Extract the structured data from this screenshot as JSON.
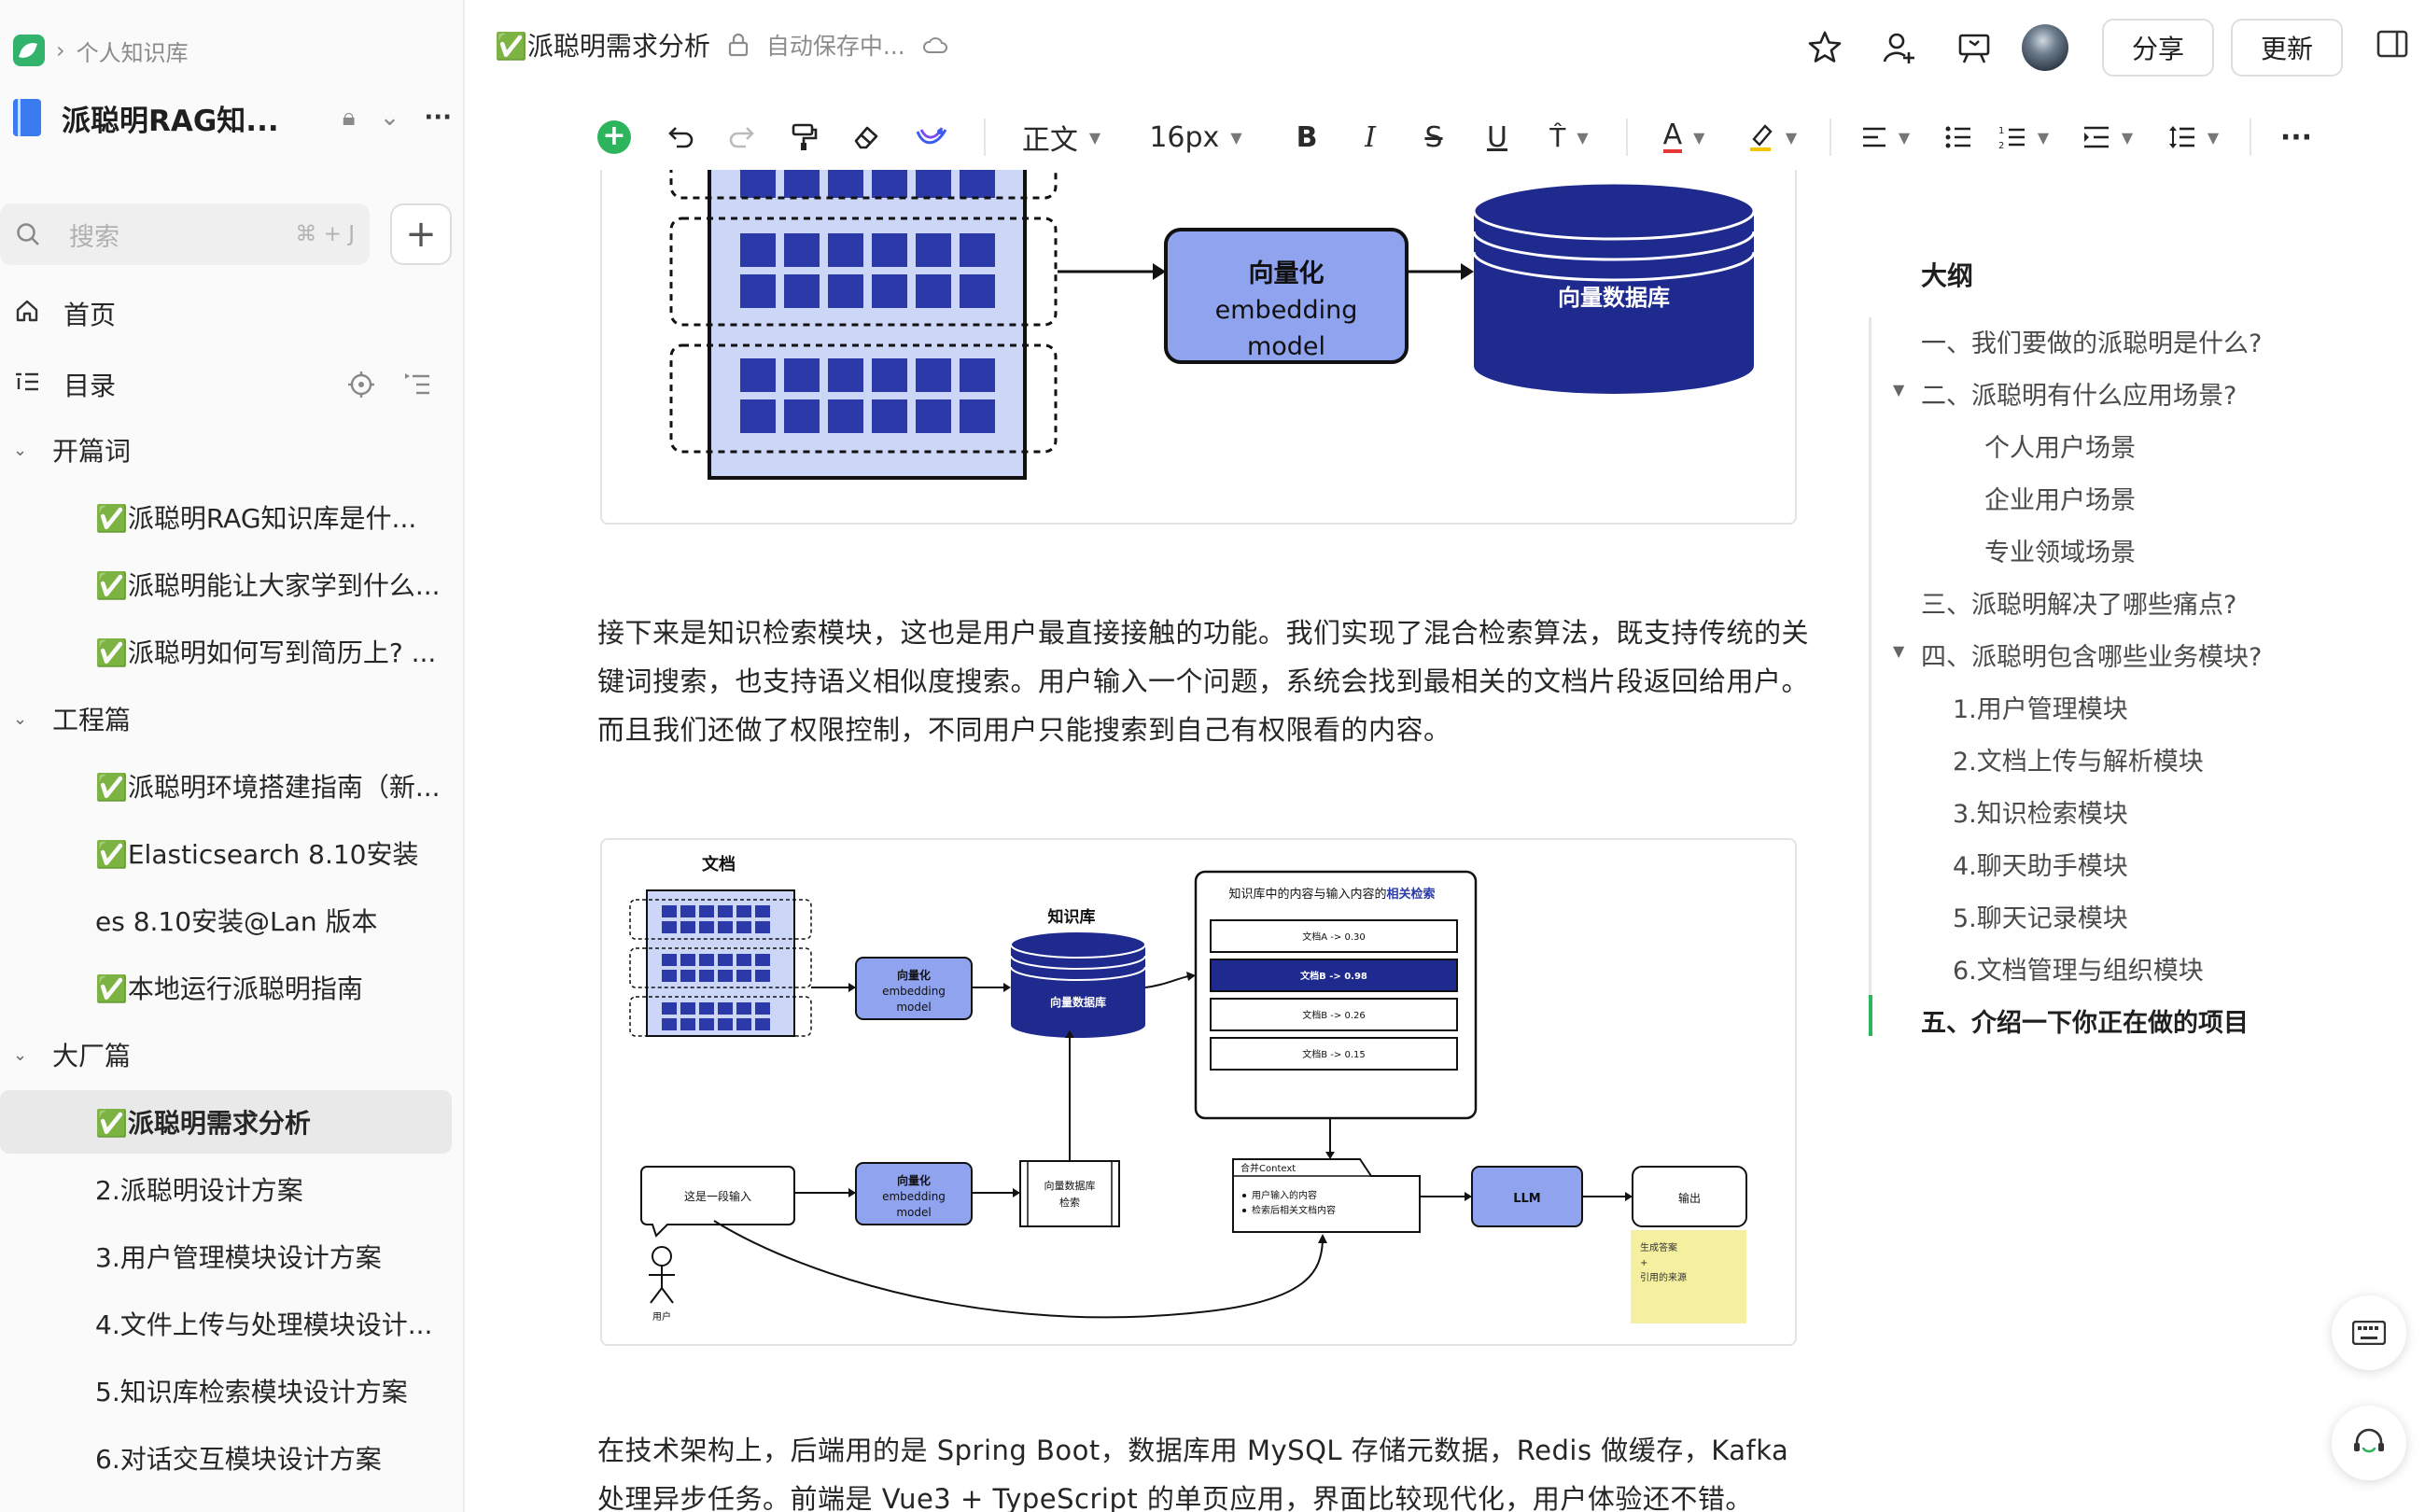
{
  "sidebar": {
    "breadcrumb": "个人知识库",
    "book_title": "派聪明RAG知...",
    "search_placeholder": "搜索",
    "search_shortcut": "⌘ + J",
    "nav": {
      "home": "首页",
      "toc": "目录"
    },
    "groups": [
      {
        "label": "开篇词",
        "items": [
          "✅派聪明RAG知识库是什...",
          "✅派聪明能让大家学到什么...",
          "✅派聪明如何写到简历上? ..."
        ]
      },
      {
        "label": "工程篇",
        "items": [
          "✅派聪明环境搭建指南（新...",
          "✅Elasticsearch 8.10安装",
          "es 8.10安装@Lan 版本",
          "✅本地运行派聪明指南"
        ]
      },
      {
        "label": "大厂篇",
        "items": [
          "✅派聪明需求分析",
          "2.派聪明设计方案",
          "3.用户管理模块设计方案",
          "4.文件上传与处理模块设计...",
          "5.知识库检索模块设计方案",
          "6.对话交互模块设计方案"
        ]
      }
    ]
  },
  "topbar": {
    "doc_title": "✅派聪明需求分析",
    "save_status": "自动保存中...",
    "share": "分享",
    "update": "更新"
  },
  "toolbar": {
    "style": "正文",
    "font_size": "16px",
    "bold": "B",
    "italic": "I",
    "strike": "S",
    "underline": "U"
  },
  "content": {
    "figure1": {
      "embed": [
        "向量化",
        "embedding",
        "model"
      ],
      "db": "向量数据库"
    },
    "para1": "接下来是知识检索模块，这也是用户最直接接触的功能。我们实现了混合检索算法，既支持传统的关键词搜索，也支持语义相似度搜索。用户输入一个问题，系统会找到最相关的文档片段返回给用户。而且我们还做了权限控制，不同用户只能搜索到自己有权限看的内容。",
    "figure2": {
      "docs_label": "文档",
      "kb_label": "知识库",
      "db": "向量数据库",
      "embed": [
        "向量化",
        "embedding",
        "model"
      ],
      "retrieval_title_a": "知识库中的内容与输入内容的",
      "retrieval_title_b": "相关检索",
      "results": [
        "文档A -> 0.30",
        "文档B -> 0.98",
        "文档B -> 0.26",
        "文档B -> 0.15"
      ],
      "input": "这是一段输入",
      "search_box": [
        "向量数据库",
        "检索"
      ],
      "context_title": "合并Context",
      "context_items": [
        "用户输入的内容",
        "检索后相关文档内容"
      ],
      "llm": "LLM",
      "output": "输出",
      "user": "用户",
      "note": [
        "生成答案",
        "+",
        "引用的来源"
      ]
    },
    "para2": "在技术架构上，后端用的是 Spring Boot，数据库用 MySQL 存储元数据，Redis 做缓存，Kafka 处理异步任务。前端是 Vue3 + TypeScript 的单页应用，界面比较现代化，用户体验还不错。"
  },
  "outline": {
    "title": "大纲",
    "items": [
      {
        "label": "一、我们要做的派聪明是什么?",
        "level": 0
      },
      {
        "label": "二、派聪明有什么应用场景?",
        "level": 0,
        "expanded": true
      },
      {
        "label": "个人用户场景",
        "level": 2
      },
      {
        "label": "企业用户场景",
        "level": 2
      },
      {
        "label": "专业领域场景",
        "level": 2
      },
      {
        "label": "三、派聪明解决了哪些痛点?",
        "level": 0
      },
      {
        "label": "四、派聪明包含哪些业务模块?",
        "level": 0,
        "expanded": true
      },
      {
        "label": "1.用户管理模块",
        "level": 1
      },
      {
        "label": "2.文档上传与解析模块",
        "level": 1
      },
      {
        "label": "3.知识检索模块",
        "level": 1
      },
      {
        "label": "4.聊天助手模块",
        "level": 1
      },
      {
        "label": "5.聊天记录模块",
        "level": 1
      },
      {
        "label": "6.文档管理与组织模块",
        "level": 1
      },
      {
        "label": "五、介绍一下你正在做的项目",
        "level": 0,
        "active": true
      }
    ]
  },
  "colors": {
    "accent": "#2db55d",
    "navy": "#1f2a8f",
    "block": "#8fa3ee",
    "block_light": "#ccd6f6"
  }
}
